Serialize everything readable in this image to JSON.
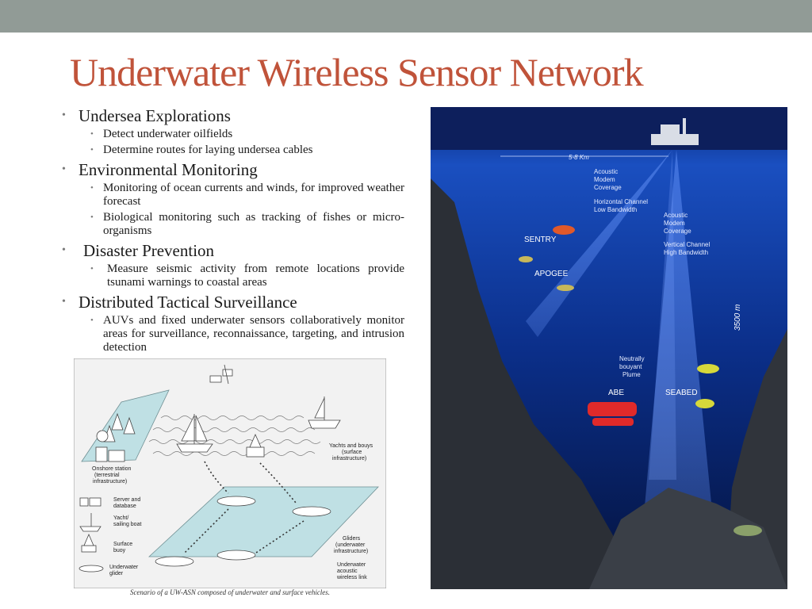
{
  "slide": {
    "title": "Underwater Wireless Sensor Network",
    "colors": {
      "title": "#c0533a",
      "top_bar": "#919b96"
    }
  },
  "bullets": [
    {
      "text": "Undersea Explorations",
      "sub": [
        "Detect underwater oilfields",
        "Determine routes for laying undersea cables"
      ]
    },
    {
      "text": "Environmental Monitoring",
      "sub": [
        "Monitoring of ocean currents and winds, for improved weather forecast",
        "Biological monitoring such as tracking of fishes or micro-organisms"
      ]
    },
    {
      "text": "Disaster Prevention",
      "sub": [
        "Measure seismic activity from remote locations provide tsunami warnings to coastal areas"
      ]
    },
    {
      "text": "Distributed Tactical Surveillance",
      "sub": [
        "AUVs and fixed underwater sensors collaboratively monitor areas for surveillance, reconnaissance, targeting, and intrusion detection"
      ]
    }
  ],
  "diagram": {
    "caption": "Scenario of a UW-ASN composed of underwater and surface vehicles.",
    "labels": {
      "onshore": [
        "Onshore station",
        "(terrestrial",
        "infrastructure)"
      ],
      "yachts": [
        "Yachts and bouys",
        "(surface",
        "infrastructure)"
      ],
      "gliders": [
        "Gliders",
        "(underwater",
        "infrastructure)"
      ],
      "acoustic": [
        "Underwater",
        "acoustic",
        "wireless link"
      ]
    },
    "legend": [
      [
        "Server and",
        "database"
      ],
      [
        "Yacht/",
        "sailing boat"
      ],
      [
        "Surface",
        "buoy"
      ],
      [
        "Underwater",
        "glider"
      ]
    ]
  },
  "photo": {
    "labels": {
      "distance": "5-8 Km",
      "acoustic_left": [
        "Acoustic",
        "Modem",
        "Coverage"
      ],
      "horizontal": [
        "Horizontal Channel",
        "Low Bandwidth"
      ],
      "acoustic_right": [
        "Acoustic",
        "Modem",
        "Coverage"
      ],
      "vertical": [
        "Vertical Channel",
        "High Bandwidth"
      ],
      "sentry": "SENTRY",
      "apogee": "APOGEE",
      "depth": "3500 m",
      "plume": [
        "Neutrally",
        "bouyant",
        "Plume"
      ],
      "abe": "ABE",
      "seabed": "SEABED"
    }
  }
}
